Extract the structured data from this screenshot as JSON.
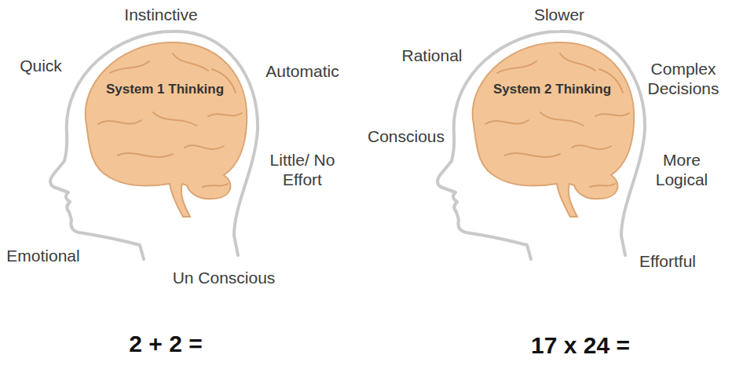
{
  "diagram": {
    "nodes": [
      {
        "text": [
          "System 1 Thinking"
        ]
      },
      {
        "text": [
          "System 2 Thinking"
        ]
      }
    ],
    "labels": [
      "Instinctive",
      "Quick",
      "Automatic",
      "Little/ No Effort",
      "Emotional",
      "Un Conscious",
      "Slower",
      "Rational",
      "Complex Decisions",
      "Conscious",
      "More Logical",
      "Effortful",
      "2 + 2 =",
      "17 x 24 ="
    ]
  }
}
